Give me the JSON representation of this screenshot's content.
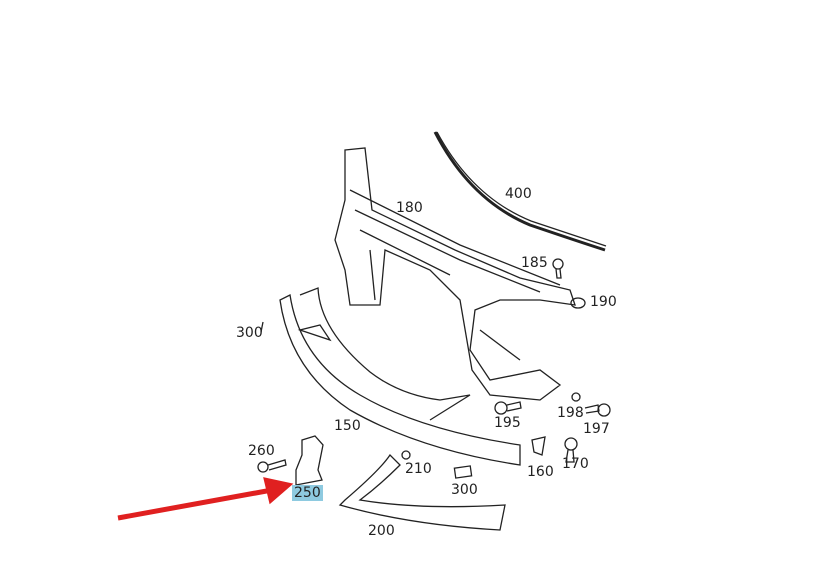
{
  "parts": [
    {
      "id": "p400",
      "label": "400"
    },
    {
      "id": "p180",
      "label": "180"
    },
    {
      "id": "p185",
      "label": "185"
    },
    {
      "id": "p190",
      "label": "190"
    },
    {
      "id": "p300a",
      "label": "300"
    },
    {
      "id": "p150",
      "label": "150"
    },
    {
      "id": "p195",
      "label": "195"
    },
    {
      "id": "p198",
      "label": "198"
    },
    {
      "id": "p197",
      "label": "197"
    },
    {
      "id": "p160",
      "label": "160"
    },
    {
      "id": "p170",
      "label": "170"
    },
    {
      "id": "p260",
      "label": "260"
    },
    {
      "id": "p210",
      "label": "210"
    },
    {
      "id": "p300b",
      "label": "300"
    },
    {
      "id": "p250",
      "label": "250"
    },
    {
      "id": "p200",
      "label": "200"
    }
  ],
  "highlighted_part": "250",
  "colors": {
    "highlight": "#8ecae0",
    "arrow": "#e02020",
    "line": "#222222"
  }
}
